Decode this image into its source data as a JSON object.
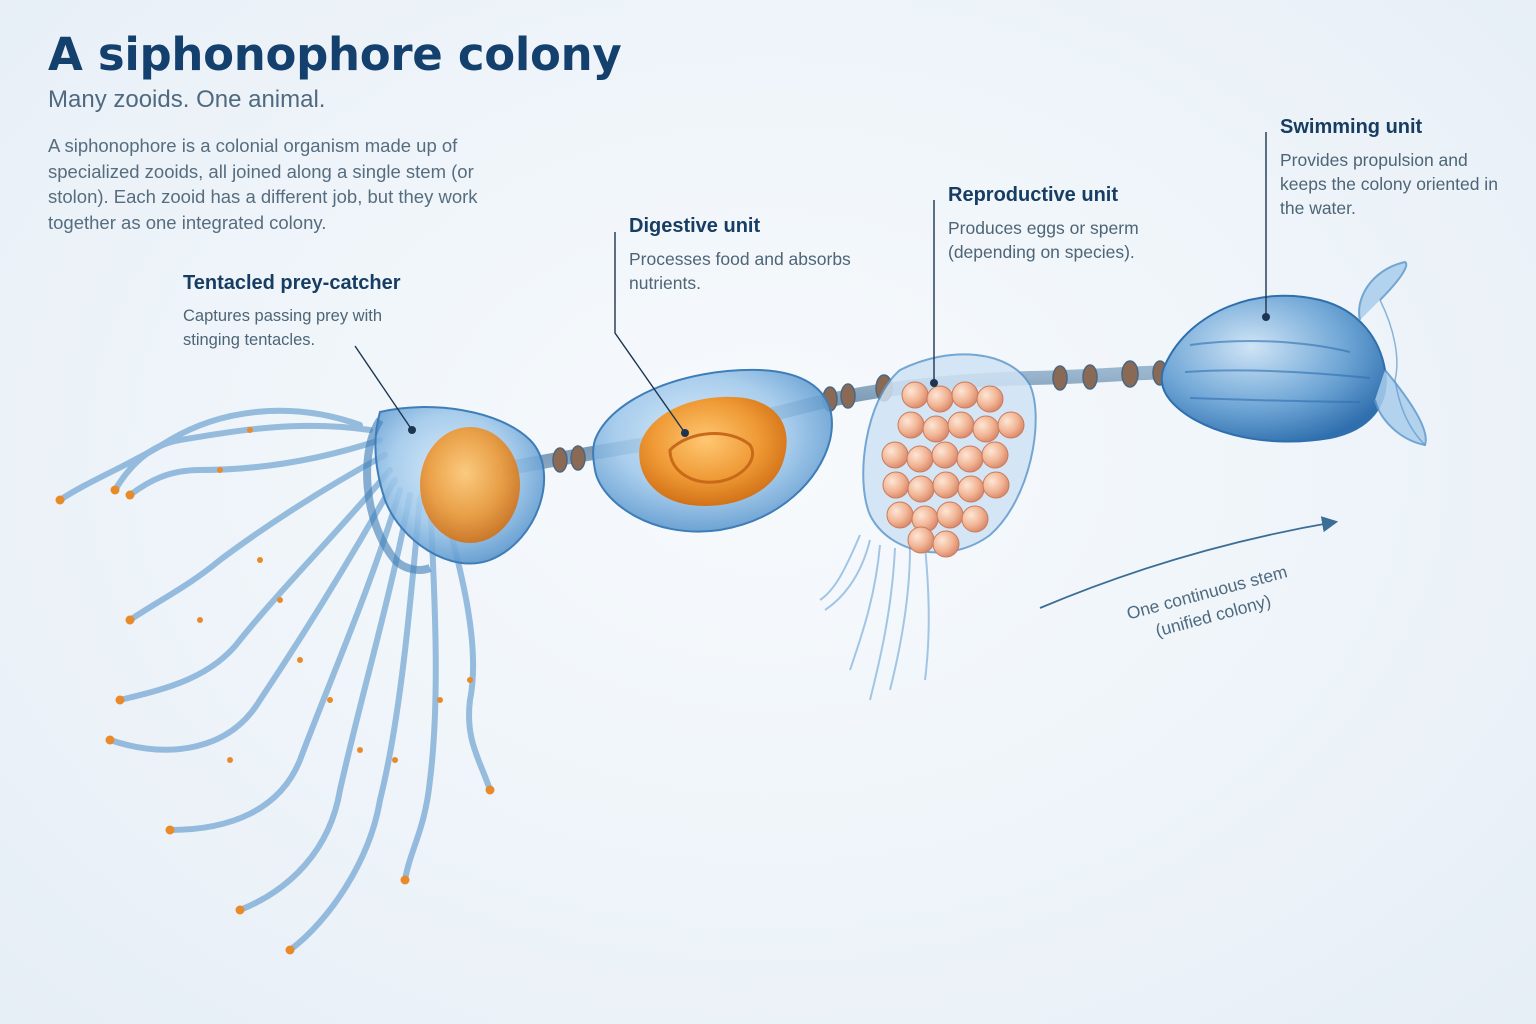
{
  "header": {
    "title": "A siphonophore colony",
    "subtitle": "Many zooids. One animal.",
    "intro": "A siphonophore is a colonial organism made up of specialized zooids, all joined along a single stem (or stolon). Each zooid has a different job, but they work together as one integrated colony."
  },
  "zooids": {
    "tentacle": {
      "title": "Tentacled prey-catcher",
      "desc": "Captures passing prey with stinging tentacles."
    },
    "digestive": {
      "title": "Digestive unit",
      "desc": "Processes food and absorbs nutrients."
    },
    "reproductive": {
      "title": "Reproductive unit",
      "desc": "Produces eggs or sperm (depending on species)."
    },
    "swimming": {
      "title": "Swimming unit",
      "desc": "Provides propulsion and keeps the colony oriented in the water."
    }
  },
  "stem": {
    "caption_line1": "One continuous stem",
    "caption_line2": "(unified colony)"
  },
  "colors": {
    "title": "#14406e",
    "body_blue": "#4f8fc8",
    "orange": "#e98a2a",
    "egg": "#f2b894",
    "leader": "#1d3550"
  },
  "icons": [
    "tentacle-zooid-icon",
    "digestive-zooid-icon",
    "reproductive-zooid-icon",
    "swimming-bell-icon",
    "stem-arrow-icon"
  ]
}
